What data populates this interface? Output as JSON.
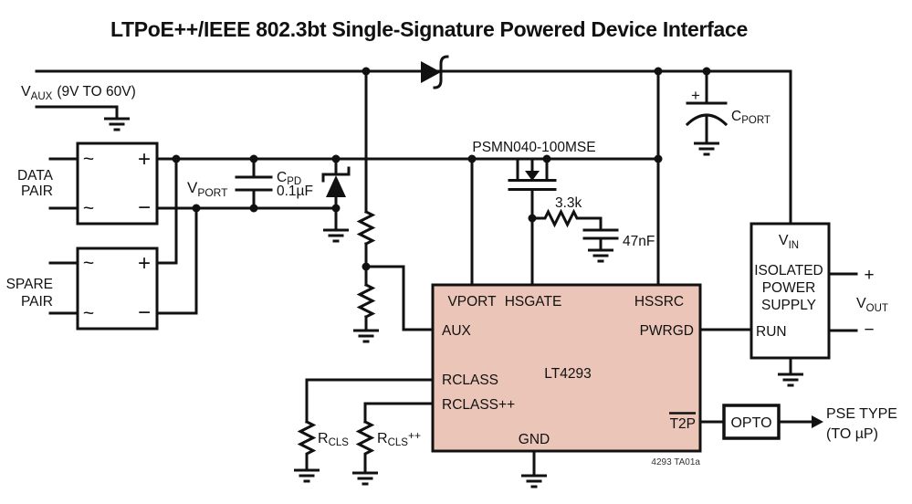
{
  "title": "LTPoE++/IEEE 802.3bt Single-Signature Powered Device Interface",
  "colors": {
    "wire": "#111111",
    "ic_fill": "#eac5b8"
  },
  "vaux": {
    "v": "V",
    "sub": "AUX",
    "range": "(9V TO 60V)"
  },
  "bridges": {
    "data": {
      "line1": "DATA",
      "line2": "PAIR"
    },
    "spare": {
      "line1": "SPARE",
      "line2": "PAIR"
    },
    "ac": "~",
    "plus": "+",
    "minus": "−"
  },
  "port": {
    "v": "V",
    "v_sub": "PORT",
    "cpd_c": "C",
    "cpd_sub": "PD",
    "cpd_value": "0.1µF"
  },
  "hotswap": {
    "mosfet": "PSMN040-100MSE",
    "gate_resistor": "3.3k",
    "gate_capacitor": "47nF"
  },
  "cport": {
    "plus": "+",
    "c": "C",
    "sub": "PORT"
  },
  "ic": {
    "part": "LT4293",
    "note": "4293 TA01a",
    "pins": {
      "vport": "VPORT",
      "hsgate": "HSGATE",
      "hssrc": "HSSRC",
      "aux": "AUX",
      "pwrgd": "PWRGD",
      "rclass": "RCLASS",
      "rclass_pp": "RCLASS++",
      "t2p": "T2P",
      "gnd": "GND"
    }
  },
  "class_resistors": {
    "rcls": {
      "r": "R",
      "sub": "CLS"
    },
    "rcls_pp": {
      "r": "R",
      "sub": "CLS",
      "pp": "++"
    }
  },
  "iso": {
    "vin_v": "V",
    "vin_sub": "IN",
    "name1": "ISOLATED",
    "name2": "POWER",
    "name3": "SUPPLY",
    "run": "RUN",
    "plus": "+",
    "vout_v": "V",
    "vout_sub": "OUT",
    "minus": "−"
  },
  "output": {
    "opto": "OPTO",
    "dest1": "PSE TYPE",
    "dest2": "(TO µP)"
  }
}
